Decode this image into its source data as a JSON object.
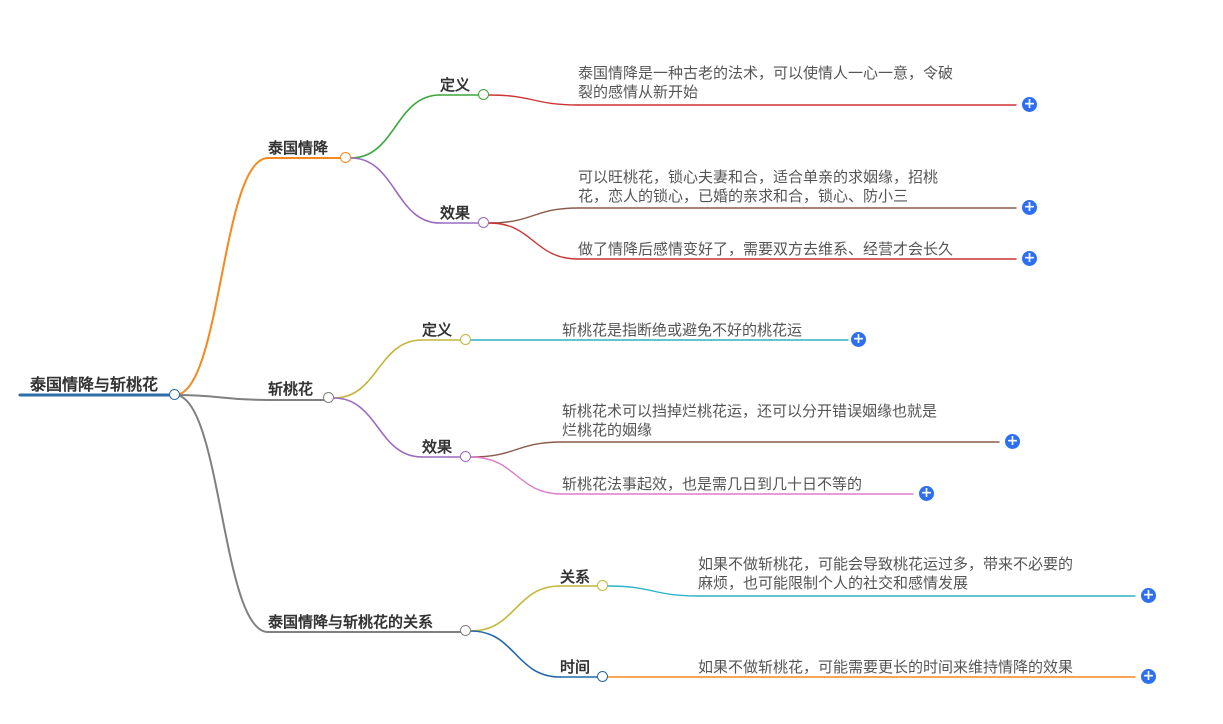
{
  "colors": {
    "root_line": "#2d6ea8",
    "orange": "#f5891f",
    "gray": "#808080",
    "green": "#3aa53a",
    "purple": "#9a6bc0",
    "red": "#cc3333",
    "brown": "#8c5a4a",
    "olive": "#c2b63a",
    "cyan": "#2bb3c8",
    "pink": "#e07ac8",
    "blue": "#2266aa",
    "plus": "#2e6ff2"
  },
  "icons": {
    "expand": "plus-circle-icon"
  },
  "mindmap": {
    "root": "泰国情降与斩桃花",
    "branches": [
      {
        "label": "泰国情降",
        "children": [
          {
            "label": "定义",
            "leaves": [
              "泰国情降是一种古老的法术，可以使情人一心一意，令破\n裂的感情从新开始"
            ]
          },
          {
            "label": "效果",
            "leaves": [
              "可以旺桃花，锁心夫妻和合，适合单亲的求姻缘，招桃\n花，恋人的锁心，已婚的亲求和合，锁心、防小三",
              "做了情降后感情变好了，需要双方去维系、经营才会长久"
            ]
          }
        ]
      },
      {
        "label": "斩桃花",
        "children": [
          {
            "label": "定义",
            "leaves": [
              "斩桃花是指断绝或避免不好的桃花运"
            ]
          },
          {
            "label": "效果",
            "leaves": [
              "斩桃花术可以挡掉烂桃花运，还可以分开错误姻缘也就是\n烂桃花的姻缘",
              "斩桃花法事起效，也是需几日到几十日不等的"
            ]
          }
        ]
      },
      {
        "label": "泰国情降与斩桃花的关系",
        "children": [
          {
            "label": "关系",
            "leaves": [
              "如果不做斩桃花，可能会导致桃花运过多，带来不必要的\n麻烦，也可能限制个人的社交和感情发展"
            ]
          },
          {
            "label": "时间",
            "leaves": [
              "如果不做斩桃花，可能需要更长的时间来维持情降的效果"
            ]
          }
        ]
      }
    ]
  }
}
